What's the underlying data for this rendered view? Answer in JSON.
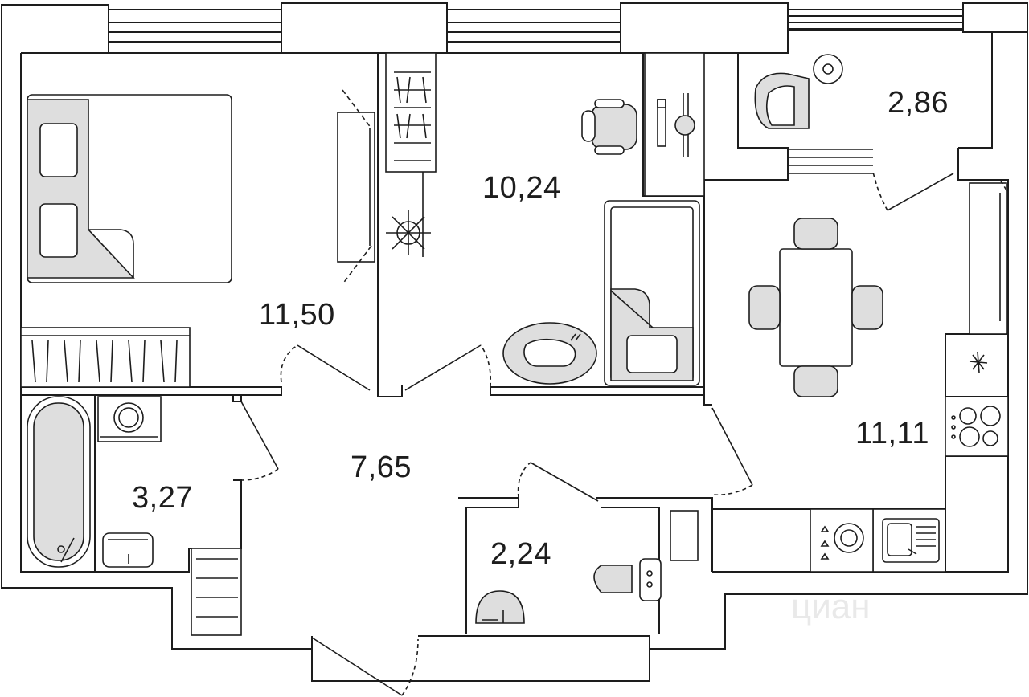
{
  "rooms": [
    {
      "id": "bedroom",
      "area": "11,50"
    },
    {
      "id": "kids-room",
      "area": "10,24"
    },
    {
      "id": "balcony",
      "area": "2,86"
    },
    {
      "id": "kitchen-living",
      "area": "11,11"
    },
    {
      "id": "hallway",
      "area": "7,65"
    },
    {
      "id": "bathroom",
      "area": "3,27"
    },
    {
      "id": "toilet",
      "area": "2,24"
    }
  ],
  "watermark": "циан",
  "colors": {
    "wall": "#ffffff",
    "stroke": "#1d1d1d",
    "furniture_fill": "#dedede",
    "watermark": "#e9e9e9"
  }
}
